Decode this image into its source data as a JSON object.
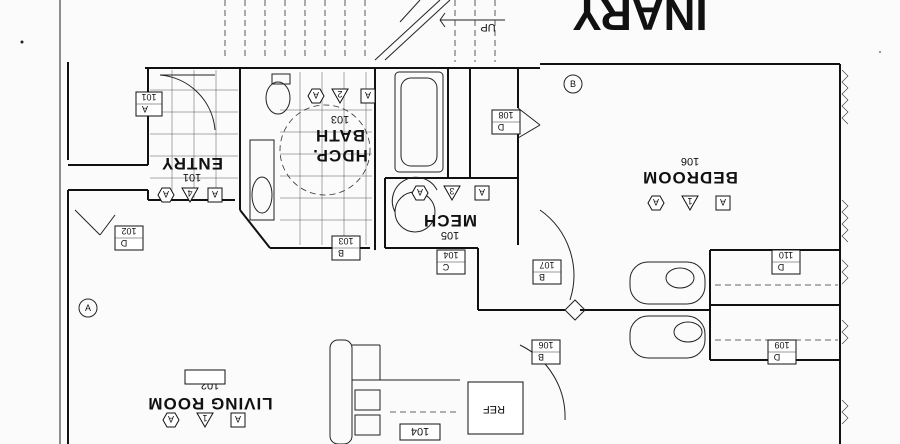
{
  "watermark": "INARY",
  "stair_label": "UP",
  "rooms": [
    {
      "name": "LIVING ROOM",
      "number": "102"
    },
    {
      "name": "BEDROOM",
      "number": "106"
    },
    {
      "name": "ENTRY",
      "number": "101"
    },
    {
      "name": "HDCP. BATH",
      "number": "103"
    },
    {
      "name": "MECH",
      "number": "105"
    }
  ],
  "bath_label_lines": [
    "HDCP.",
    "BATH"
  ],
  "appliances": {
    "ref": "REF"
  },
  "door_tags": [
    {
      "number": "101",
      "type": "A"
    },
    {
      "number": "102",
      "type": "D"
    },
    {
      "number": "103",
      "type": "B"
    },
    {
      "number": "104",
      "type": "C"
    },
    {
      "number": "107",
      "type": "B"
    },
    {
      "number": "108",
      "type": "D"
    },
    {
      "number": "106",
      "type": "B"
    },
    {
      "number": "109",
      "type": "D"
    },
    {
      "number": "110",
      "type": "D"
    },
    {
      "number": "104",
      "type": ""
    }
  ],
  "finish_tags": [
    {
      "room": "ENTRY",
      "marks": [
        "A",
        "4",
        "A"
      ]
    },
    {
      "room": "HDCP. BATH",
      "marks": [
        "A",
        "2",
        "A"
      ]
    },
    {
      "room": "MECH",
      "marks": [
        "A",
        "3",
        "A"
      ]
    },
    {
      "room": "BEDROOM",
      "marks": [
        "A",
        "1",
        "A"
      ]
    },
    {
      "room": "LIVING ROOM",
      "marks": [
        "A",
        "1",
        "A"
      ]
    }
  ],
  "grid_bubbles": [
    "A",
    "B"
  ]
}
